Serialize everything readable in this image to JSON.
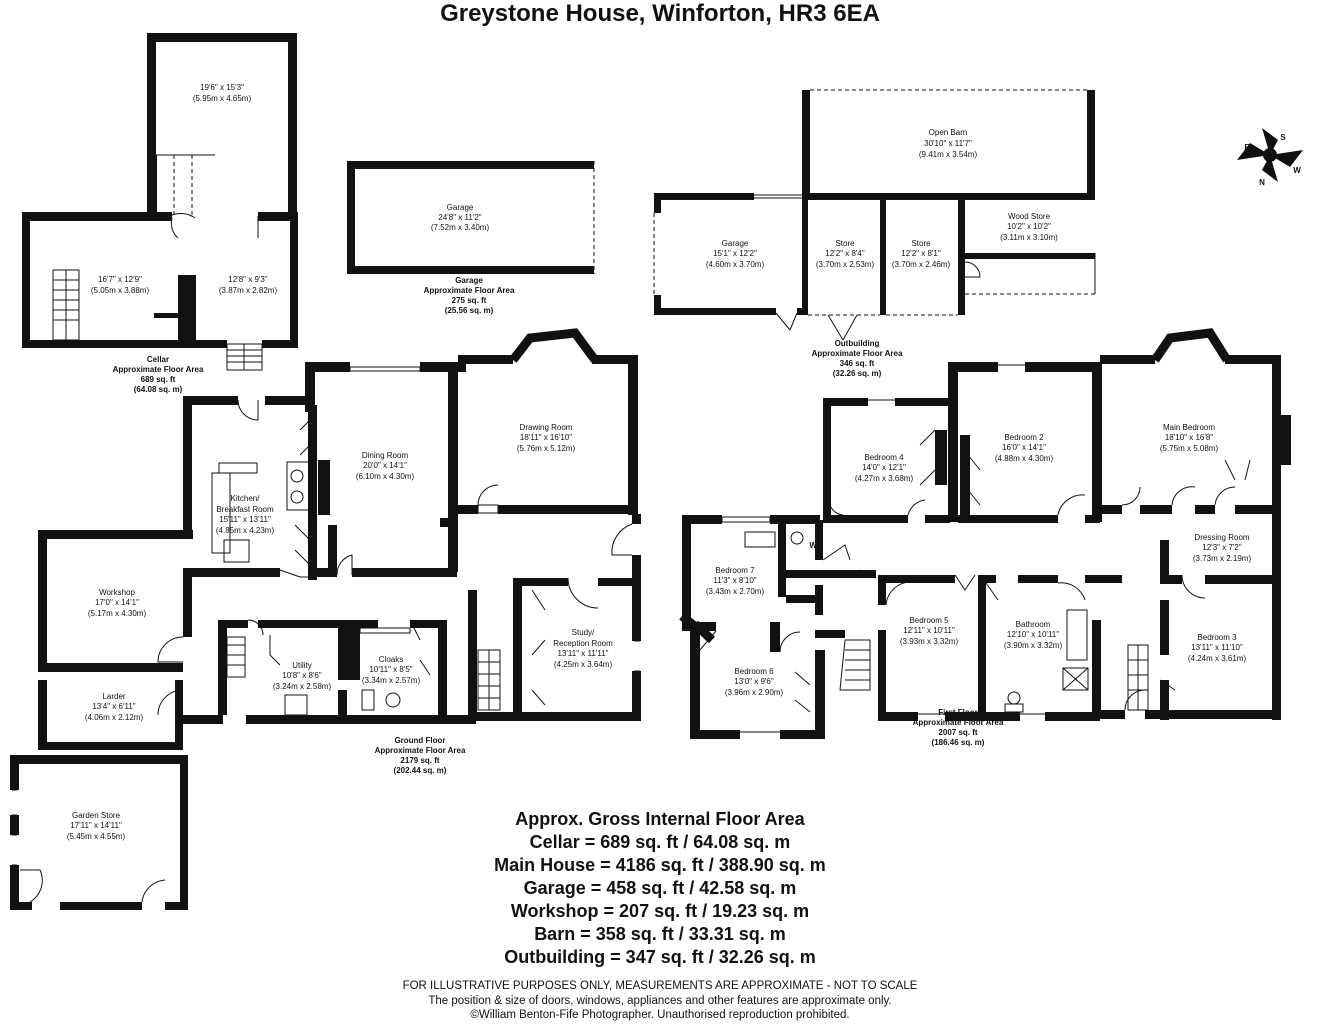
{
  "title": "Greystone House, Winforton, HR3 6EA",
  "compass": {
    "letters": [
      "S",
      "W",
      "N",
      "E"
    ]
  },
  "rooms": {
    "cellar_large": {
      "name": "",
      "dims_imp": "19'6\" x 15'3\"",
      "dims_met": "(5.95m x 4.65m)"
    },
    "cellar_left": {
      "name": "",
      "dims_imp": "16'7\" x 12'9\"",
      "dims_met": "(5.05m x 3.88m)"
    },
    "cellar_right": {
      "name": "",
      "dims_imp": "12'8\" x 9'3\"",
      "dims_met": "(3.87m x 2.82m)"
    },
    "garage_detached": {
      "name": "Garage",
      "dims_imp": "24'8\" x 11'2\"",
      "dims_met": "(7.52m x 3.40m)"
    },
    "open_barn": {
      "name": "Open Barn",
      "dims_imp": "30'10\" x 11'7\"",
      "dims_met": "(9.41m x 3.54m)"
    },
    "outbuilding_garage": {
      "name": "Garage",
      "dims_imp": "15'1\" x 12'2\"",
      "dims_met": "(4.60m x 3.70m)"
    },
    "store_1": {
      "name": "Store",
      "dims_imp": "12'2\" x 8'4\"",
      "dims_met": "(3.70m x 2.53m)"
    },
    "store_2": {
      "name": "Store",
      "dims_imp": "12'2\" x 8'1\"",
      "dims_met": "(3.70m x 2.46m)"
    },
    "wood_store": {
      "name": "Wood Store",
      "dims_imp": "10'2\" x 10'2\"",
      "dims_met": "(3.11m x 3.10m)"
    },
    "dining_room": {
      "name": "Dining Room",
      "dims_imp": "20'0\" x 14'1\"",
      "dims_met": "(6.10m x 4.30m)"
    },
    "drawing_room": {
      "name": "Drawing Room",
      "dims_imp": "18'11\" x 16'10\"",
      "dims_met": "(5.76m x 5.12m)"
    },
    "kitchen": {
      "name": "Kitchen/",
      "name2": "Breakfast Room",
      "dims_imp": "15'11\" x 13'11\"",
      "dims_met": "(4.85m x 4.23m)"
    },
    "workshop": {
      "name": "Workshop",
      "dims_imp": "17'0\" x 14'1\"",
      "dims_met": "(5.17m x 4.30m)"
    },
    "utility": {
      "name": "Utility",
      "dims_imp": "10'8\" x 8'6\"",
      "dims_met": "(3.24m x 2.58m)"
    },
    "cloaks": {
      "name": "Cloaks",
      "dims_imp": "10'11\" x 8'5\"",
      "dims_met": "(3.34m x 2.57m)"
    },
    "study": {
      "name": "Study/",
      "name2": "Reception Room",
      "dims_imp": "13'11\" x 11'11\"",
      "dims_met": "(4.25m x 3.64m)"
    },
    "larder": {
      "name": "Larder",
      "dims_imp": "13'4\" x 6'11\"",
      "dims_met": "(4.06m x 2.12m)"
    },
    "garden_store": {
      "name": "Garden Store",
      "dims_imp": "17'11\" x 14'11\"",
      "dims_met": "(5.45m x 4.55m)"
    },
    "bedroom_4": {
      "name": "Bedroom 4",
      "dims_imp": "14'0\" x 12'1\"",
      "dims_met": "(4.27m x 3.68m)"
    },
    "bedroom_2": {
      "name": "Bedroom 2",
      "dims_imp": "16'0\" x 14'1\"",
      "dims_met": "(4.88m x 4.30m)"
    },
    "main_bedroom": {
      "name": "Main Bedroom",
      "dims_imp": "18'10\" x 16'8\"",
      "dims_met": "(5.75m x 5.08m)"
    },
    "dressing_room": {
      "name": "Dressing Room",
      "dims_imp": "12'3\" x 7'2\"",
      "dims_met": "(3.73m x 2.19m)"
    },
    "bedroom_7": {
      "name": "Bedroom 7",
      "dims_imp": "11'3\" x 8'10\"",
      "dims_met": "(3.43m x 2.70m)"
    },
    "wc": {
      "name": "WC"
    },
    "bedroom_5": {
      "name": "Bedroom 5",
      "dims_imp": "12'11\" x 10'11\"",
      "dims_met": "(3.93m x 3.32m)"
    },
    "bathroom": {
      "name": "Bathroom",
      "dims_imp": "12'10\" x 10'11\"",
      "dims_met": "(3.90m x 3.32m)"
    },
    "bedroom_3": {
      "name": "Bedroom 3",
      "dims_imp": "13'11\" x 11'10\"",
      "dims_met": "(4.24m x 3.61m)"
    },
    "bedroom_6": {
      "name": "Bedroom 6",
      "dims_imp": "13'0\" x 9'6\"",
      "dims_met": "(3.96m x 2.90m)"
    }
  },
  "area_labels": {
    "cellar": [
      "Cellar",
      "Approximate Floor Area",
      "689 sq. ft",
      "(64.08 sq. m)"
    ],
    "garage": [
      "Garage",
      "Approximate Floor Area",
      "275 sq. ft",
      "(25.56 sq. m)"
    ],
    "outbuilding": [
      "Outbuilding",
      "Approximate Floor Area",
      "346 sq. ft",
      "(32.26 sq. m)"
    ],
    "ground_floor": [
      "Ground Floor",
      "Approximate Floor Area",
      "2179 sq. ft",
      "(202.44 sq. m)"
    ],
    "first_floor": [
      "First Floor",
      "Approximate Floor Area",
      "2007 sq. ft",
      "(186.46 sq. m)"
    ]
  },
  "summary": {
    "heading": "Approx. Gross Internal Floor Area",
    "lines": [
      "Cellar = 689 sq. ft / 64.08 sq. m",
      "Main House = 4186 sq. ft / 388.90 sq. m",
      "Garage = 458 sq. ft / 42.58 sq. m",
      "Workshop = 207 sq. ft / 19.23 sq. m",
      "Barn = 358 sq. ft / 33.31 sq. m",
      "Outbuilding = 347 sq. ft / 32.26 sq. m"
    ]
  },
  "footer": {
    "line1": "FOR ILLUSTRATIVE PURPOSES ONLY, MEASUREMENTS ARE APPROXIMATE - NOT TO SCALE",
    "line2": "The position & size of doors, windows, appliances and other features are approximate only.",
    "line3": "©William Benton-Fife Photographer. Unauthorised reproduction prohibited."
  }
}
